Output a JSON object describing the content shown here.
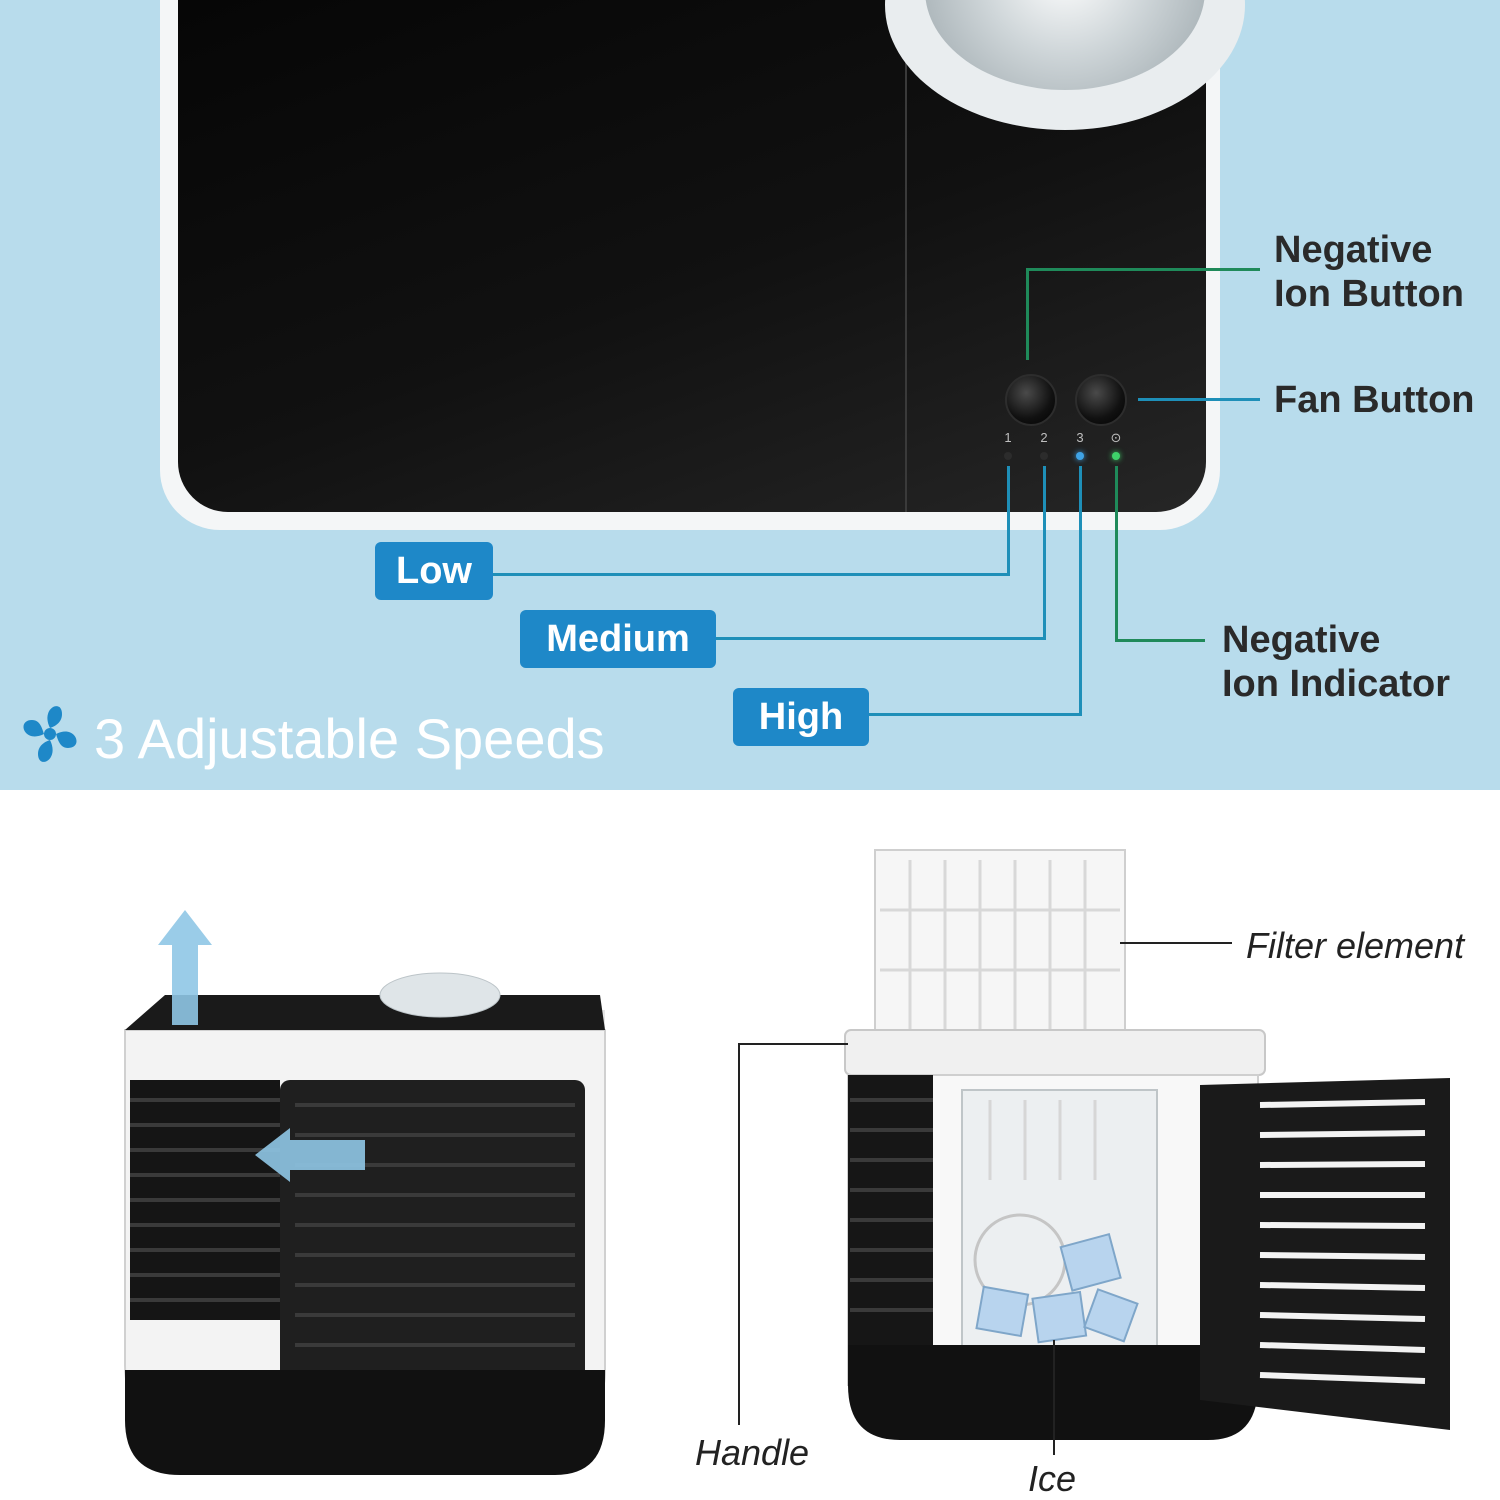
{
  "colors": {
    "top_background": "#b8dcec",
    "badge_background": "#1e88c8",
    "badge_text": "#ffffff",
    "callout_line_teal": "#1e8fb8",
    "callout_line_green": "#1f8a5a",
    "led_high": "#3fa3e6",
    "led_ion": "#3ed36a"
  },
  "top": {
    "speed_numbers": [
      "1",
      "2",
      "3",
      "⊙"
    ],
    "callouts": {
      "negative_ion_button": [
        "Negative",
        "Ion Button"
      ],
      "fan_button": "Fan Button",
      "negative_ion_indicator": [
        "Negative",
        "Ion Indicator"
      ]
    },
    "speed_badges": {
      "low": "Low",
      "medium": "Medium",
      "high": "High"
    },
    "feature_title": "3 Adjustable Speeds",
    "feature_icon": "fan-icon"
  },
  "bottom": {
    "labels": {
      "filter_element": "Filter element",
      "handle": "Handle",
      "ice": "Ice"
    }
  }
}
